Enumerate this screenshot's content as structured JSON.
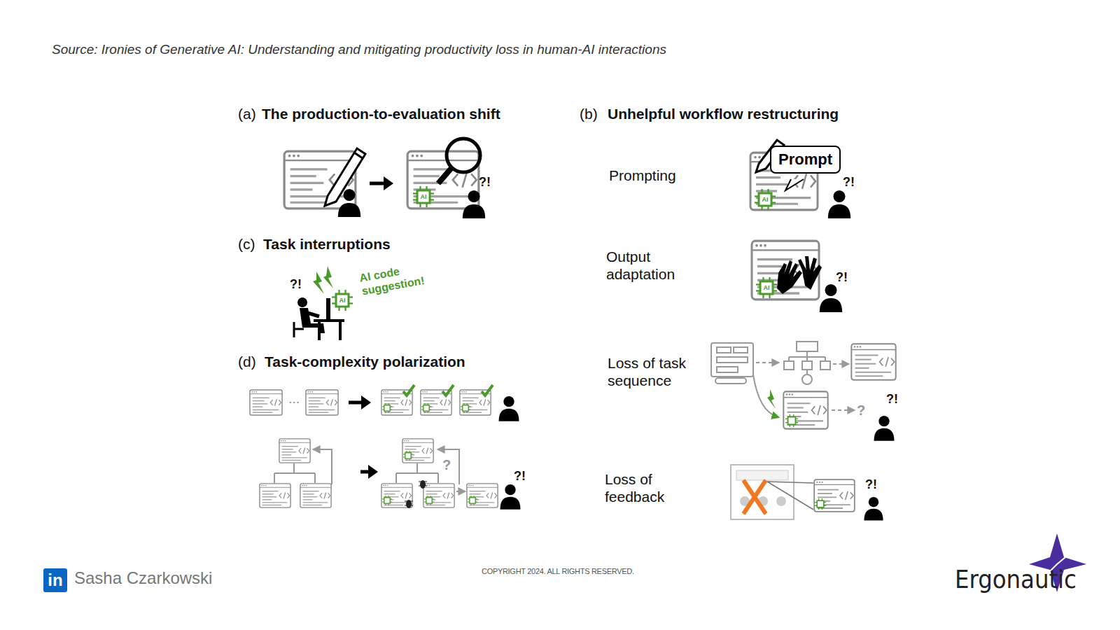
{
  "diagram": {
    "caption": "Source: Ironies of Generative AI: Understanding and mitigating productivity loss in human-AI interactions",
    "nodes": [
      {
        "text": [
          "Prompt"
        ]
      },
      {
        "text": [
          "AI"
        ]
      },
      {
        "text": [
          "AI"
        ]
      },
      {
        "text": [
          "AI"
        ]
      },
      {
        "text": [
          "AI"
        ]
      }
    ],
    "labels": [
      "(a)",
      "The production-to-evaluation shift",
      "(b)",
      "Unhelpful workflow restructuring",
      "(c)",
      "Task interruptions",
      "(d)",
      "Task-complexity polarization",
      "Prompting",
      "Output adaptation",
      "Loss of task sequence",
      "Loss of feedback",
      "AI code suggestion!",
      "?!",
      "?!",
      "?!",
      "?!",
      "?!",
      "?!",
      "?!",
      "?",
      "?",
      "in",
      "Sasha Czarkowski",
      "COPYRIGHT 2024. ALL RIGHTS RESERVED.",
      "Ergonautic"
    ]
  }
}
